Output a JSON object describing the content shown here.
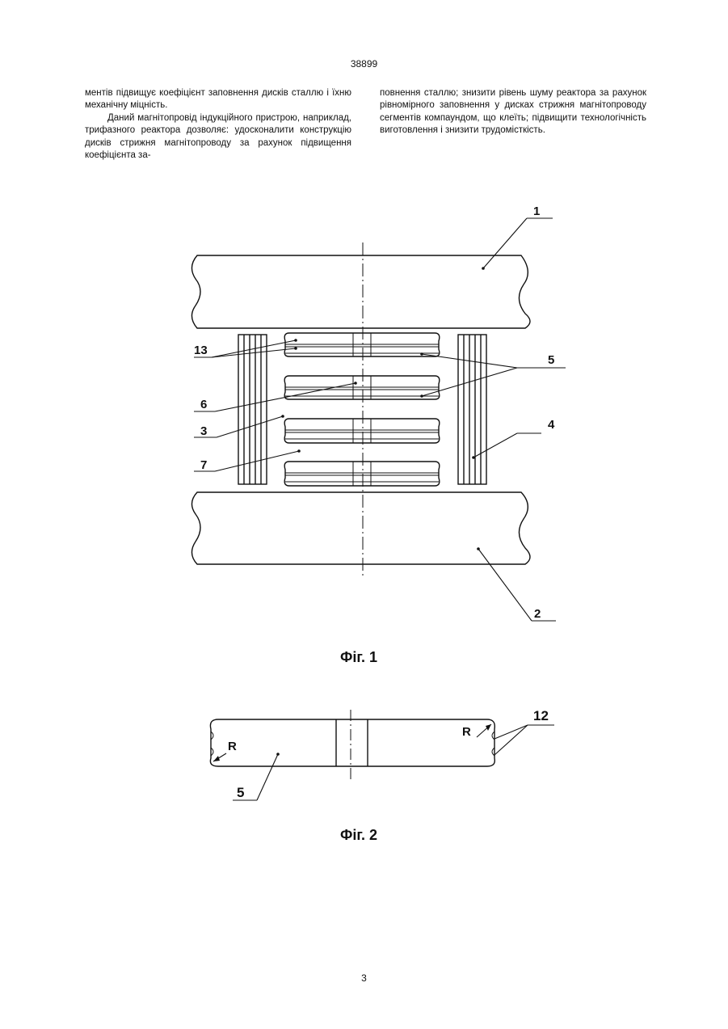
{
  "header": {
    "patent_number": "38899"
  },
  "text": {
    "left": [
      "ментів підвищує коефіцієнт заповнення дисків сталлю і їхню механічну міцність.",
      "Даний магнітопровід індукційного пристрою, наприклад, трифазного реактора дозволяє: удосконалити конструкцію дисків стрижня магнітопроводу за рахунок підвищення коефіцієнта за-"
    ],
    "right": [
      "повнення сталлю; знизити рівень шуму реактора за рахунок рівномірного заповнення у дисках стрижня магнітопроводу сегментів компаундом, що клеїть; підвищити технологічність виготовлення і знизити трудомісткість."
    ]
  },
  "figure1": {
    "caption": "Фіг. 1",
    "labels": {
      "l1": "1",
      "l2": "2",
      "l3": "3",
      "l4": "4",
      "l5": "5",
      "l6": "6",
      "l7": "7",
      "l13": "13"
    }
  },
  "figure2": {
    "caption": "Фіг. 2",
    "labels": {
      "r_left": "R",
      "r_right": "R",
      "l5": "5",
      "l12": "12"
    }
  },
  "footer": {
    "page_number": "3"
  }
}
